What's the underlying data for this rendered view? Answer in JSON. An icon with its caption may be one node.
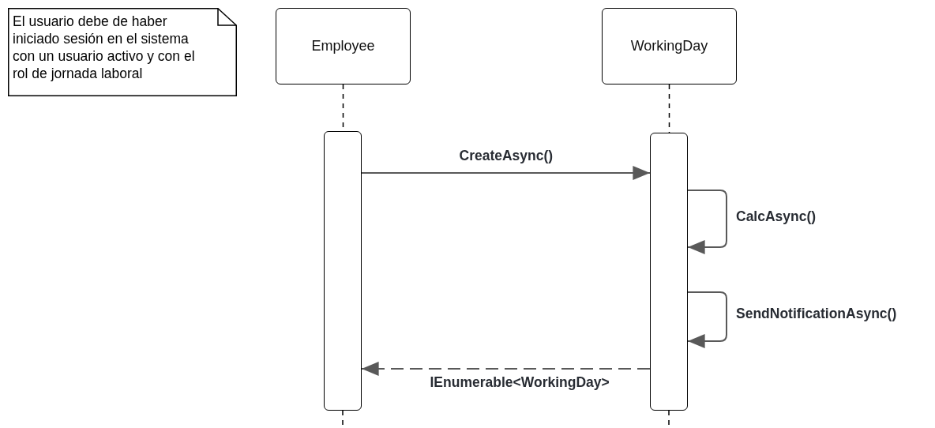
{
  "diagram": {
    "nodes": [
      {
        "text": [
          "El usuario debe de haber iniciado sesión en el sistema con un usuario activo y con el rol de jornada laboral"
        ]
      },
      {
        "text": [
          "Employee"
        ]
      },
      {
        "text": [
          "WorkingDay"
        ]
      },
      {
        "text": [],
        "shape": "box"
      },
      {
        "text": [],
        "shape": "box"
      }
    ],
    "edges": [
      {
        "from": 1,
        "to": 3,
        "arrow": "none",
        "style": "dashed",
        "color": "#000000"
      },
      {
        "from": 2,
        "to": 4,
        "arrow": "none",
        "style": "dashed",
        "color": "#000000"
      },
      {
        "from": 3,
        "to": null,
        "arrow": "none",
        "style": "dashed",
        "color": "#000000"
      },
      {
        "from": 4,
        "to": null,
        "arrow": "none",
        "style": "dashed",
        "color": "#000000"
      },
      {
        "from": 3,
        "to": 4,
        "arrow": "to",
        "label": "CreateAsync()"
      },
      {
        "from": 4,
        "to": 4,
        "arrow": "to",
        "label": "CalcAsync()"
      },
      {
        "from": 4,
        "to": 4,
        "arrow": "to",
        "label": "SendNotificationAsync()"
      },
      {
        "from": 4,
        "to": 3,
        "arrow": "to",
        "style": "dashed",
        "label": "IEnumerable<WorkingDay>"
      }
    ]
  }
}
